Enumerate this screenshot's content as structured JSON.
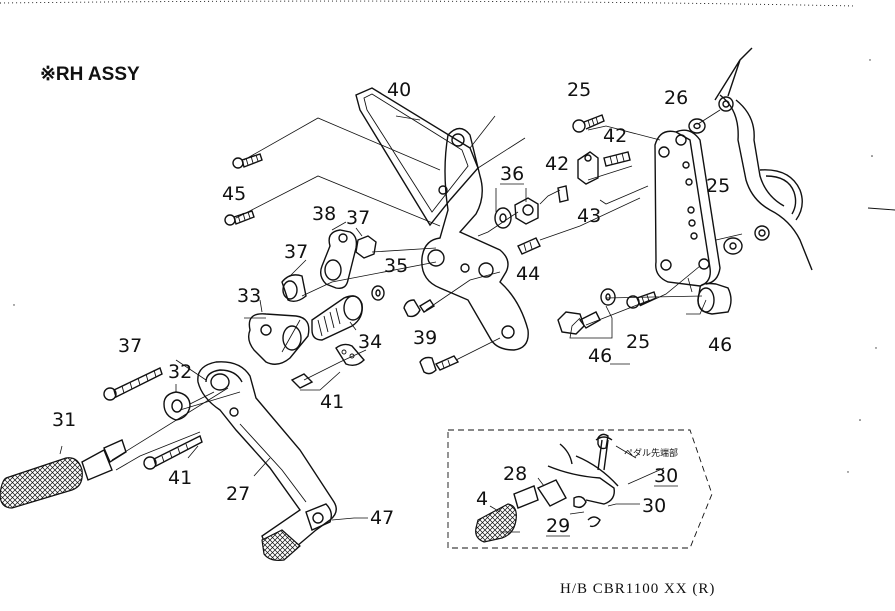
{
  "title": "※RH ASSY",
  "footer": "H/B CBR1100 XX (R)",
  "inset_note": "ペダル先端部",
  "labels": {
    "p40": "40",
    "p45a": "45",
    "p45b": "45",
    "p38": "38",
    "p37a": "37",
    "p37b": "37",
    "p36": "36",
    "p42a": "42",
    "p42b": "42",
    "p43": "43",
    "p25a": "25",
    "p26": "26",
    "p25b": "25",
    "p35": "35",
    "p44": "44",
    "p33": "33",
    "p34": "34",
    "p39": "39",
    "p46a": "46",
    "p25c": "25",
    "p46b": "46",
    "p37c": "37",
    "p32": "32",
    "p41a": "41",
    "p31": "31",
    "p41b": "41",
    "p27": "27",
    "p47": "47",
    "p28": "28",
    "p30a": "30",
    "p4": "4",
    "p29": "29",
    "p30b": "30"
  }
}
